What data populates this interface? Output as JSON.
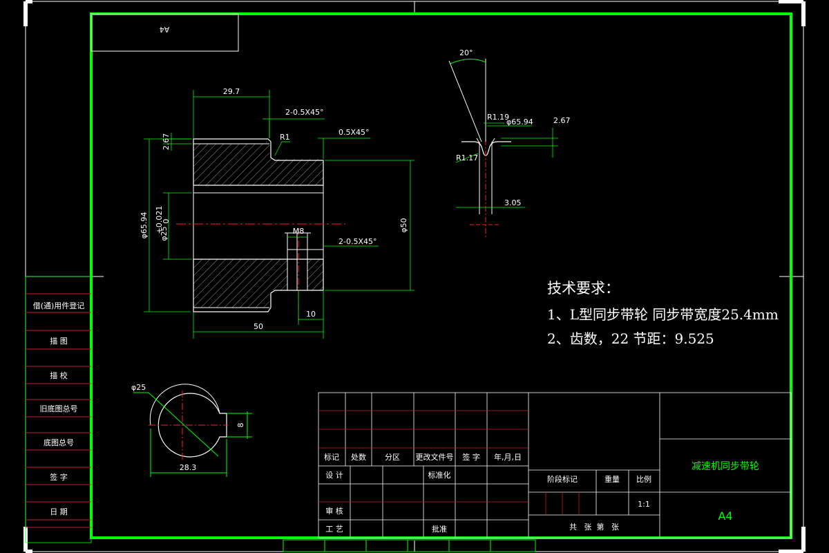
{
  "sheet": {
    "frame_label": "A4",
    "sheet_size": "A4"
  },
  "left_strip": [
    "借(通)用件登记",
    "描 图",
    "描 校",
    "旧底图总号",
    "底图总号",
    "签 字",
    "日 期"
  ],
  "dims": {
    "d297": "29.7",
    "chamfer_top": "2-0.5X45°",
    "chamfer_small": "0.5X45°",
    "r1": "R1",
    "h267": "2.67",
    "d6594": "φ65.94",
    "d25": "φ25",
    "d25_tol": "+0.021",
    "d25_tol0": "0",
    "m8": "M8",
    "chamfer_bot": "2-0.5X45°",
    "d50": "φ50",
    "len10": "10",
    "len50": "50"
  },
  "tooth_dims": {
    "angle": "20°",
    "r119": "R1.19",
    "d6594": "φ65.94",
    "h267": "2.67",
    "r117": "R1.17",
    "w305": "3.05"
  },
  "hub_dims": {
    "d25": "φ25",
    "key8": "8",
    "d283": "28.3"
  },
  "requirements": {
    "title": "技术要求：",
    "line1": "1、L型同步带轮 同步带宽度25.4mm",
    "line2": "2、齿数，22 节距：9.525"
  },
  "title_block": {
    "headers": [
      "标记",
      "处数",
      "分区",
      "更改文件号",
      "签 字",
      "年,月,日"
    ],
    "design": "设 计",
    "standard": "标准化",
    "review": "审 核",
    "process": "工 艺",
    "approve": "批准",
    "stage": "阶段标记",
    "weight": "重量",
    "scale_label": "比例",
    "scale": "1:1",
    "sheets": "共   张  第   张",
    "part_name": "减速机同步带轮",
    "size": "A4"
  },
  "colors": {
    "frame": "#00ff00",
    "lines": "#ffffff",
    "center": "#ff2020",
    "background": "#000000"
  }
}
